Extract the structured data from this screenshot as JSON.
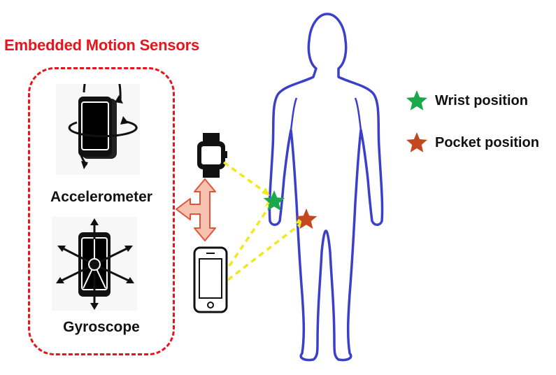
{
  "title": {
    "text": "Embedded Motion Sensors",
    "color": "#e8141b"
  },
  "sensors": [
    {
      "label": "Accelerometer",
      "icon": "accelerometer-rotating-phone-icon"
    },
    {
      "label": "Gyroscope",
      "icon": "gyroscope-phone-axes-icon"
    }
  ],
  "devices": [
    {
      "icon": "smartwatch-icon"
    },
    {
      "icon": "smartphone-icon"
    }
  ],
  "legend": [
    {
      "label": "Wrist position",
      "color": "#1aa84c",
      "icon": "green-star-icon"
    },
    {
      "label": "Pocket position",
      "color": "#c4471f",
      "icon": "red-star-icon"
    }
  ],
  "colors": {
    "body_outline": "#3b3fc9",
    "connector_dashes": "#f2e81f",
    "double_arrow_fill": "#f7c3b0",
    "double_arrow_stroke": "#e0553a"
  }
}
